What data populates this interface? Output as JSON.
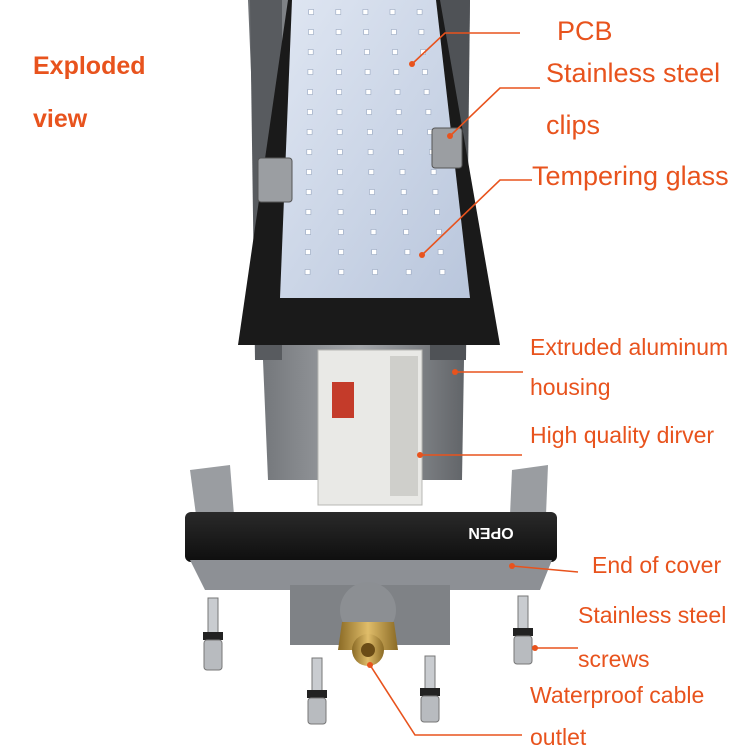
{
  "title": {
    "line1": "Exploded",
    "line2": "view"
  },
  "labels": {
    "pcb": "PCB",
    "clips_1": "Stainless steel",
    "clips_2": "clips",
    "glass": "Tempering glass",
    "housing_1": "Extruded aluminum",
    "housing_2": "housing",
    "driver": "High quality dirver",
    "end_cover": "End of cover",
    "screws_1": "Stainless steel",
    "screws_2": "screws",
    "cable_1": "Waterproof cable",
    "cable_2": "outlet"
  },
  "product_marks": {
    "open": "OPEN"
  },
  "colors": {
    "accent": "#e8531d",
    "panel_led": "#c9d6ea",
    "housing": "#8c8f93",
    "cover": "#1c1c1c",
    "brass": "#c9a24a"
  }
}
